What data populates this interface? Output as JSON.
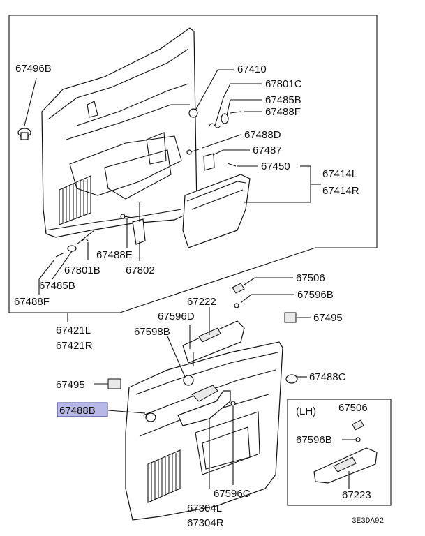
{
  "labels": {
    "p67496b": "67496B",
    "p67410": "67410",
    "p67801c": "67801C",
    "p67485b_top": "67485B",
    "p67488f_top": "67488F",
    "p67488d": "67488D",
    "p67487": "67487",
    "p67450": "67450",
    "p67414l": "67414L",
    "p67414r": "67414R",
    "p67488e": "67488E",
    "p67801b": "67801B",
    "p67802": "67802",
    "p67485b_bottom": "67485B",
    "p67488f_bottom": "67488F",
    "p67421l": "67421L",
    "p67421r": "67421R",
    "p67506_top": "67506",
    "p67596b_top": "67596B",
    "p67222": "67222",
    "p67495_right": "67495",
    "p67596d": "67596D",
    "p67598b": "67598B",
    "p67488c": "67488C",
    "p67495_left": "67495",
    "p67488b": "67488B",
    "p67596c": "67596C",
    "p67304l": "67304L",
    "p67304r": "67304R",
    "lh": "(LH)",
    "p67506_lh": "67506",
    "p67596b_lh": "67596B",
    "p67223": "67223",
    "code": "3E3DA92"
  },
  "highlighted_part": "67488B",
  "colors": {
    "highlight_fill": "#b8b8e6",
    "highlight_border": "#3c3c8c",
    "line": "#111111",
    "background": "#ffffff"
  }
}
